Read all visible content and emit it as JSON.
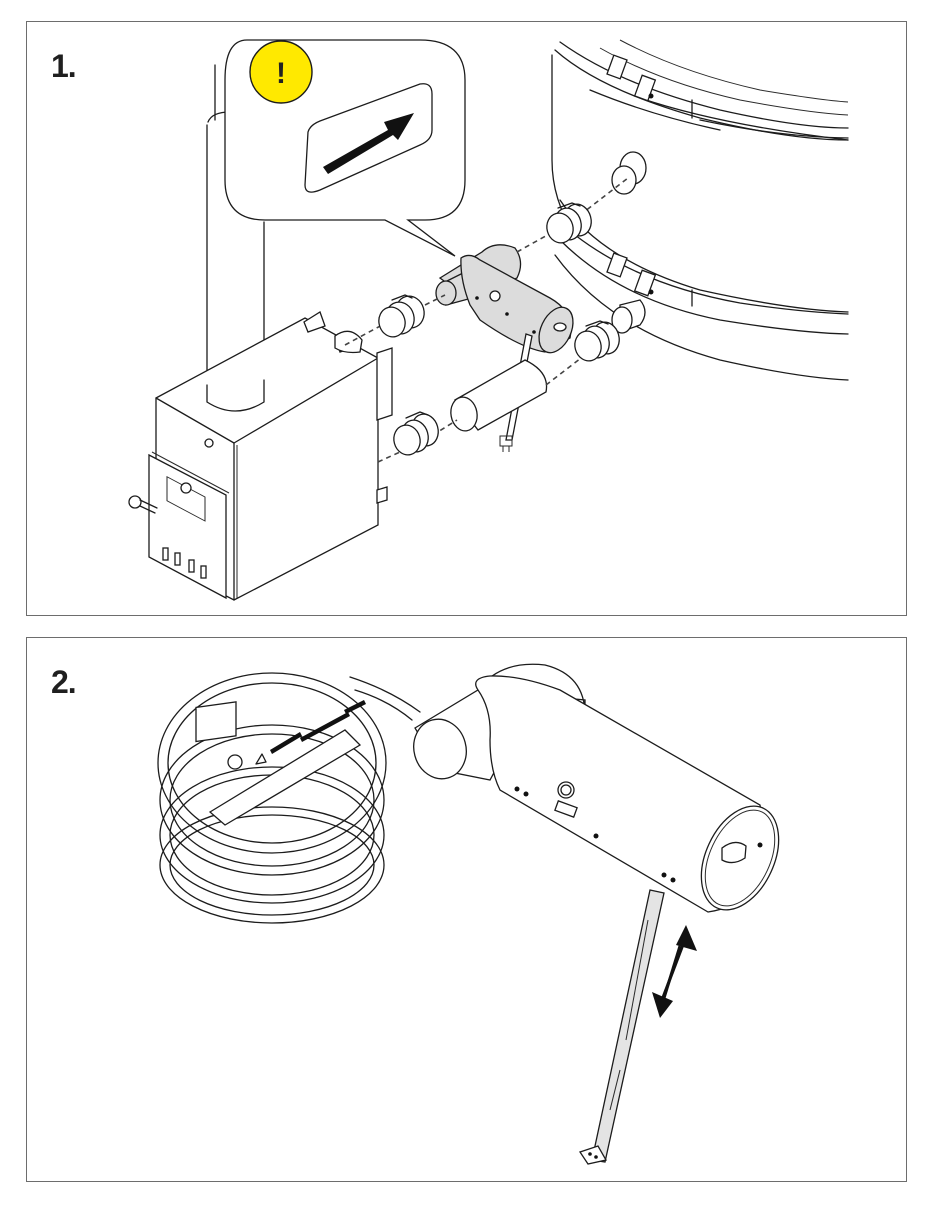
{
  "document": {
    "type": "installation instructions illustration",
    "steps": [
      {
        "number": "1.",
        "description": "Exploded view: heater unit with flue pipe, T-connector with hose clamps connecting to tank inlets, support leg",
        "callout": {
          "warning_symbol": "!",
          "warning_color": "#FFE900",
          "direction_icon": "arrow-right-up"
        }
      },
      {
        "number": "2.",
        "description": "Heater element with coiled tube and adjustable support leg",
        "adjustment_indicator": "double-arrow-vertical"
      }
    ]
  }
}
